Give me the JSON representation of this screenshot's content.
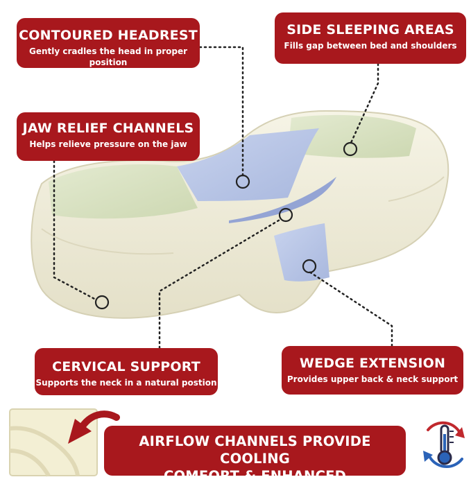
{
  "callouts": {
    "headrest": {
      "title": "CONTOURED HEADREST",
      "subtitle": "Gently cradles the head in proper position"
    },
    "side_sleeping": {
      "title": "SIDE SLEEPING AREAS",
      "subtitle": "Fills gap between bed and shoulders"
    },
    "jaw_relief": {
      "title": "JAW RELIEF CHANNELS",
      "subtitle": "Helps relieve pressure on the jaw"
    },
    "cervical": {
      "title": "CERVICAL SUPPORT",
      "subtitle": "Supports the neck in a natural postion"
    },
    "wedge": {
      "title": "WEDGE EXTENSION",
      "subtitle": "Provides upper back & neck support"
    },
    "airflow": {
      "line1": "AIRFLOW CHANNELS PROVIDE COOLING",
      "line2": "COMFORT & ENHANCED BREATHABILITY"
    }
  },
  "colors": {
    "brand_red": "#a8181d",
    "foam_cream": "#f1eedc",
    "green_zone": "#d8e2c2",
    "blue_zone": "#b9c6e6",
    "thermo_blue": "#2b63b8",
    "thermo_red": "#c0282d"
  },
  "icons": [
    "foam-sample-icon",
    "curved-arrow-icon",
    "thermometer-cycle-icon"
  ]
}
